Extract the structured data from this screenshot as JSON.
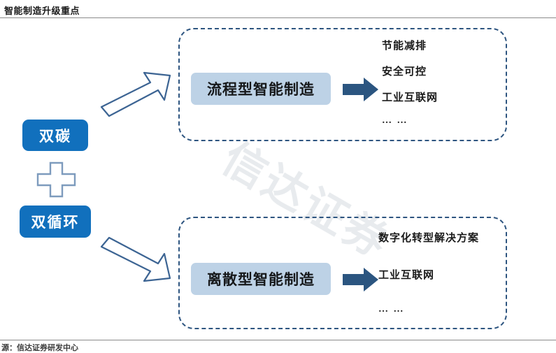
{
  "header": {
    "title": "智能制造升级重点",
    "rule_color": "#8a8a8a"
  },
  "footer": {
    "source": "源：信达证券研发中心"
  },
  "watermark": {
    "text": "信达证券",
    "color": "#e8ebee"
  },
  "colors": {
    "driver_chip_fill": "#1170bd",
    "category_box_fill": "#bdd2e6",
    "dashed_border": "#2e5580",
    "solid_arrow_fill": "#2b5580",
    "outline_arrow_stroke": "#3c6493",
    "plus_stroke": "#7d9bbd",
    "text_dark": "#1a1a1a"
  },
  "drivers": [
    {
      "label": "双碳",
      "name": "driver-chip-dual-carbon"
    },
    {
      "label": "双循环",
      "name": "driver-chip-dual-circulation"
    }
  ],
  "plus_connector": {
    "icon": "plus-icon"
  },
  "arrows": {
    "outline_up": {
      "icon": "arrow-up-right-outline-icon"
    },
    "outline_down": {
      "icon": "arrow-down-right-outline-icon"
    },
    "solid_process": {
      "icon": "arrow-right-solid-icon"
    },
    "solid_discrete": {
      "icon": "arrow-right-solid-icon"
    }
  },
  "branches": [
    {
      "id": "process",
      "category_label": "流程型智能制造",
      "outcomes": [
        "节能减排",
        "安全可控",
        "工业互联网",
        "… …"
      ]
    },
    {
      "id": "discrete",
      "category_label": "离散型智能制造",
      "outcomes": [
        "数字化转型解决方案",
        "工业互联网",
        "… …"
      ]
    }
  ]
}
